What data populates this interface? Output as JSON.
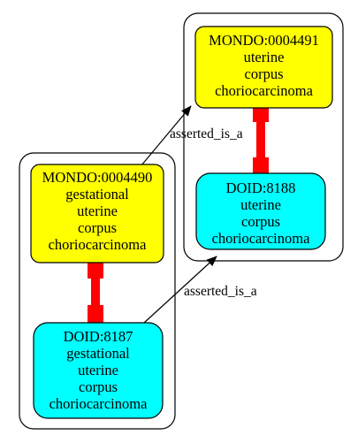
{
  "colors": {
    "mondo_fill": "#ffff00",
    "doid_fill": "#00ffff",
    "equivalence_edge": "#ff0000",
    "outline": "#000000",
    "background": "#ffffff"
  },
  "nodes": [
    {
      "id": "mondo_0004491",
      "lines": [
        "MONDO:0004491",
        "uterine",
        "corpus",
        "choriocarcinoma"
      ],
      "color": "mondo"
    },
    {
      "id": "doid_8188",
      "lines": [
        "DOID:8188",
        "uterine",
        "corpus",
        "choriocarcinoma"
      ],
      "color": "doid"
    },
    {
      "id": "mondo_0004490",
      "lines": [
        "MONDO:0004490",
        "gestational",
        "uterine",
        "corpus",
        "choriocarcinoma"
      ],
      "color": "mondo"
    },
    {
      "id": "doid_8187",
      "lines": [
        "DOID:8187",
        "gestational",
        "uterine",
        "corpus",
        "choriocarcinoma"
      ],
      "color": "doid"
    }
  ],
  "edges": [
    {
      "from": "mondo_0004490",
      "to": "mondo_0004491",
      "label": "asserted_is_a"
    },
    {
      "from": "doid_8187",
      "to": "doid_8188",
      "label": "asserted_is_a"
    }
  ]
}
